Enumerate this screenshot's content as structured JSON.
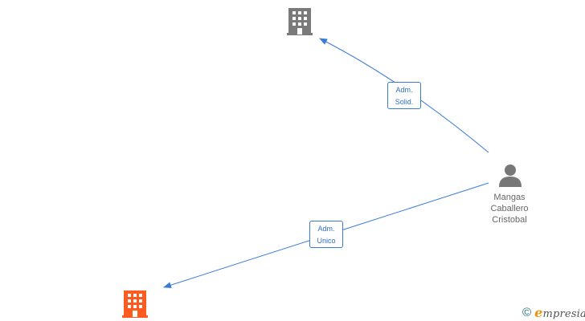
{
  "nodes": {
    "company_top": {
      "icon": "building-icon",
      "color": "#7a7a7a"
    },
    "company_bottom": {
      "icon": "building-icon",
      "color": "#ff5a1f"
    },
    "person": {
      "icon": "person-icon",
      "color": "#777777",
      "name_lines": [
        "Mangas",
        "Caballero",
        "Cristobal"
      ]
    }
  },
  "edges": [
    {
      "from": "person",
      "to": "company_top",
      "label_lines": [
        "Adm.",
        "Solid."
      ],
      "color": "#3a7bd5"
    },
    {
      "from": "person",
      "to": "company_bottom",
      "label_lines": [
        "Adm.",
        "Unico"
      ],
      "color": "#3a7bd5"
    }
  ],
  "brand": {
    "copyright_symbol": "©",
    "initial": "e",
    "rest": "mpresia",
    "icon": "copyright-icon"
  }
}
